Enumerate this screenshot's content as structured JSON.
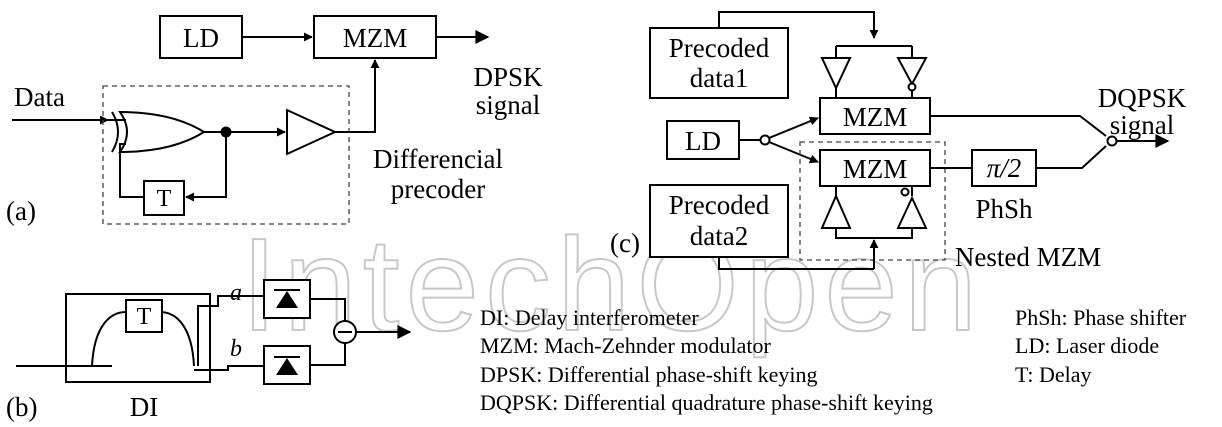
{
  "watermark": "IntechOpen",
  "panel_a": {
    "panel_label": "(a)",
    "ld": "LD",
    "mzm": "MZM",
    "input": "Data",
    "delay": "T",
    "output_line1": "DPSK",
    "output_line2": "signal",
    "precoder_line1": "Differencial",
    "precoder_line2": "precoder"
  },
  "panel_b": {
    "panel_label": "(b)",
    "delay": "T",
    "port_a": "a",
    "port_b": "b",
    "di": "DI"
  },
  "panel_c": {
    "panel_label": "(c)",
    "data1_line1": "Precoded",
    "data1_line2": "data1",
    "data2_line1": "Precoded",
    "data2_line2": "data2",
    "ld": "LD",
    "mzm_top": "MZM",
    "mzm_bottom": "MZM",
    "phase_shift": "π/2",
    "phsh": "PhSh",
    "output_line1": "DQPSK",
    "output_line2": "signal",
    "nested": "Nested MZM"
  },
  "legend": {
    "left": [
      "DI: Delay interferometer",
      "MZM: Mach-Zehnder modulator",
      "DPSK: Differential phase-shift keying",
      "DQPSK: Differential quadrature phase-shift keying"
    ],
    "right": [
      "PhSh: Phase shifter",
      "LD: Laser diode",
      "T: Delay"
    ]
  }
}
